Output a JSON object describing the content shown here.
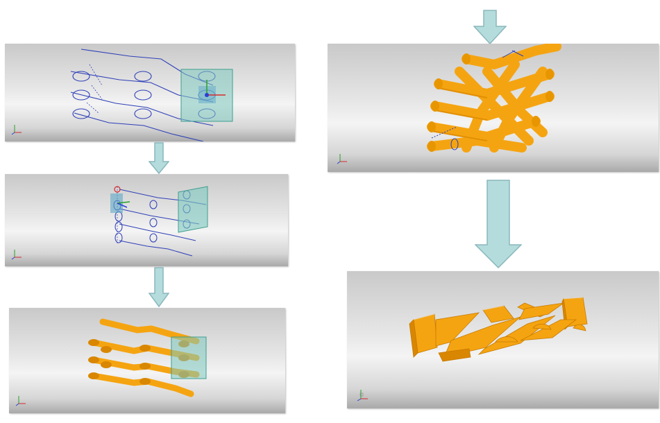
{
  "colors": {
    "sketch_line": "#2e3fb8",
    "solid_fill": "#f5a411",
    "solid_shadow": "#d98600",
    "plane_fill": "#7fc9c0",
    "plane_stroke": "#3f9e8f",
    "arrow_fill": "#b4dcdc",
    "arrow_stroke": "#8ab7bb",
    "axis_x": "#d62a2a",
    "axis_y": "#2aa02a",
    "axis_z": "#2a3fd6"
  },
  "icons": {
    "arrow": "down-arrow-icon",
    "triad": "view-triad-icon"
  },
  "steps": [
    {
      "id": 1,
      "content": "sketch-profiles-with-plane"
    },
    {
      "id": 2,
      "content": "sketch-profiles-rotated-view"
    },
    {
      "id": 3,
      "content": "swept-solid-tubes"
    },
    {
      "id": 4,
      "content": "tube-lattice-assembly"
    },
    {
      "id": 5,
      "content": "trimmed-solid-body"
    }
  ]
}
